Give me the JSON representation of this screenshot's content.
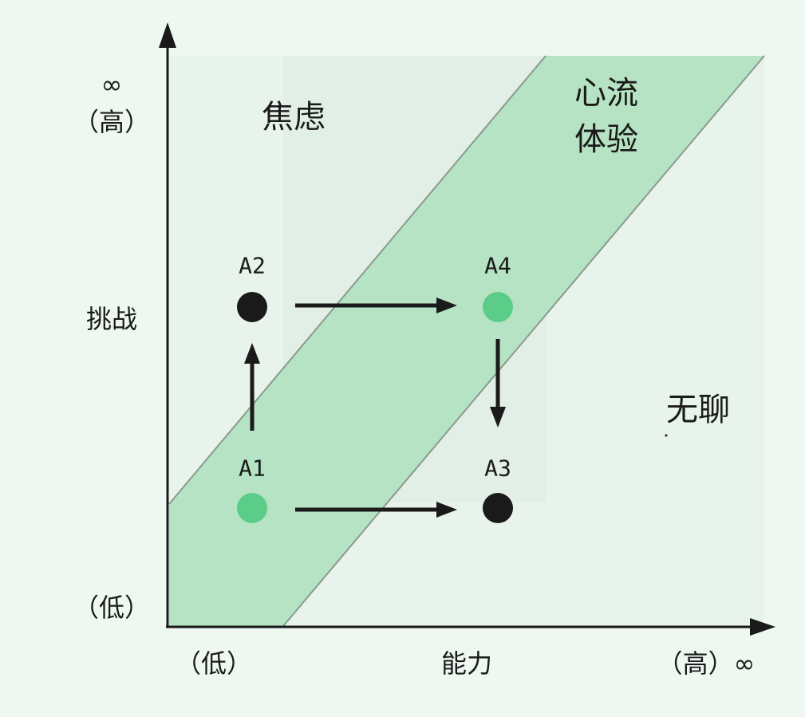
{
  "regions": {
    "anxiety": "焦虑",
    "flow_line1": "心流",
    "flow_line2": "体验",
    "boredom": "无聊"
  },
  "y_axis": {
    "label": "挑战",
    "high_symbol": "∞",
    "high_label": "（高）",
    "low_label": "（低）"
  },
  "x_axis": {
    "label": "能力",
    "low_label": "（低）",
    "high_label": "（高）∞"
  },
  "points": [
    {
      "id": "A1",
      "label": "A1",
      "color": "#5bcd88"
    },
    {
      "id": "A2",
      "label": "A2",
      "color": "#1a1a1a"
    },
    {
      "id": "A3",
      "label": "A3",
      "color": "#1a1a1a"
    },
    {
      "id": "A4",
      "label": "A4",
      "color": "#5bcd88"
    }
  ],
  "colors": {
    "background": "#eef8f1",
    "plot": "#e6f2ea",
    "flow_band": "#b5e3c3",
    "axis": "#1a1a1a"
  }
}
